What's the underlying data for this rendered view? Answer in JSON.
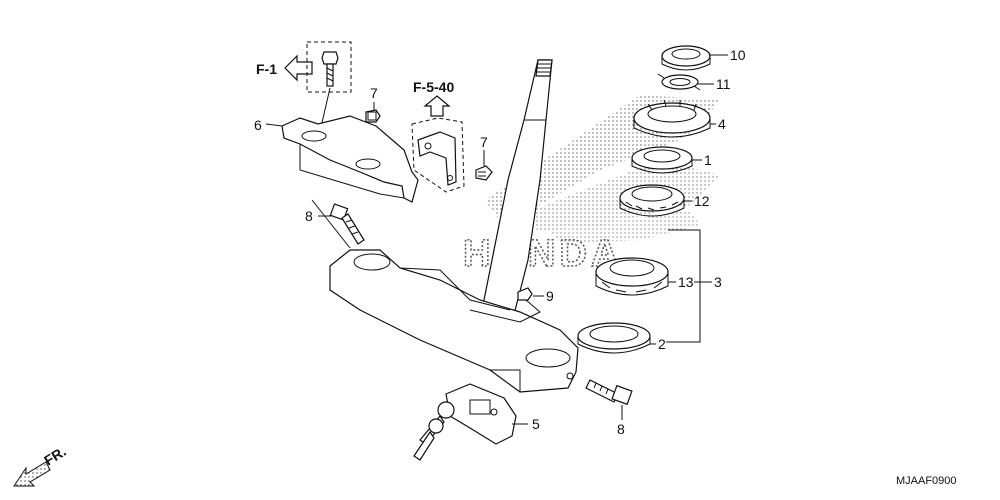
{
  "diagram": {
    "code": "MJAAF0900",
    "watermark": "HONDA",
    "colors": {
      "line": "#111111",
      "background": "#ffffff",
      "watermark": "#555555"
    }
  },
  "references": [
    {
      "id": "F-1",
      "text": "F-1"
    },
    {
      "id": "F-5-40",
      "text": "F-5-40"
    }
  ],
  "front_indicator": {
    "text": "FR.",
    "icon": "front-arrow-icon"
  },
  "callouts": [
    {
      "id": "c10",
      "number": "10"
    },
    {
      "id": "c11",
      "number": "11"
    },
    {
      "id": "c4",
      "number": "4"
    },
    {
      "id": "c1",
      "number": "1"
    },
    {
      "id": "c12",
      "number": "12"
    },
    {
      "id": "c13",
      "number": "13"
    },
    {
      "id": "c3",
      "number": "3"
    },
    {
      "id": "c2",
      "number": "2"
    },
    {
      "id": "c9",
      "number": "9"
    },
    {
      "id": "c8a",
      "number": "8"
    },
    {
      "id": "c8b",
      "number": "8"
    },
    {
      "id": "c7a",
      "number": "7"
    },
    {
      "id": "c7b",
      "number": "7"
    },
    {
      "id": "c6",
      "number": "6"
    },
    {
      "id": "c5",
      "number": "5"
    }
  ]
}
